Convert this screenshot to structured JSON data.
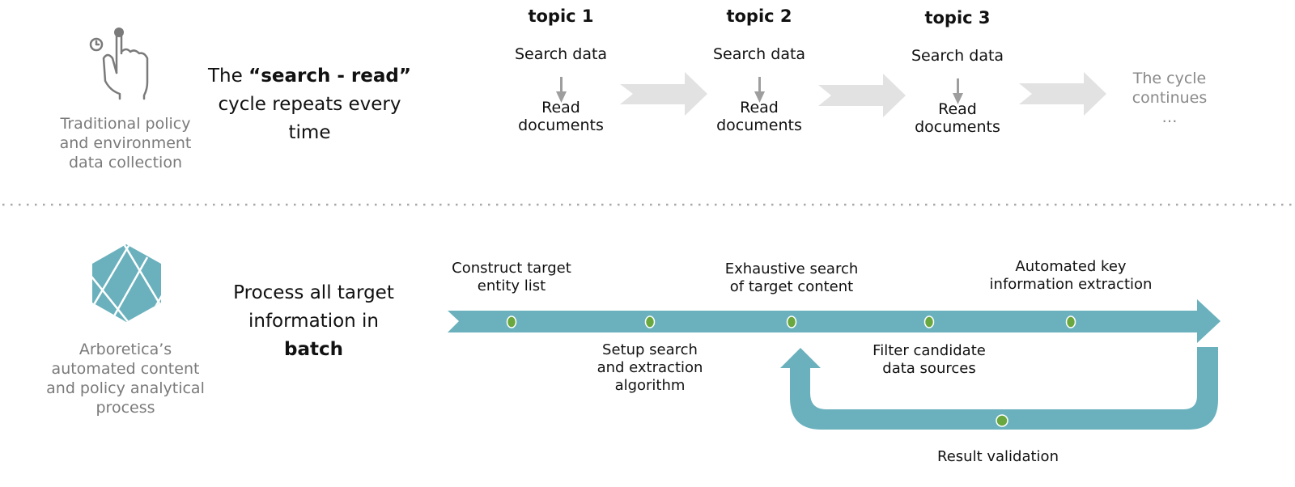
{
  "top": {
    "icon": "touch-hand-clock-icon",
    "caption": [
      "Traditional policy",
      "and environment",
      "data collection"
    ],
    "lead": {
      "line1_prefix": "The ",
      "line1_bold": "“search - read”",
      "line2": "cycle repeats every",
      "line3": "time"
    },
    "topics": [
      {
        "title": "topic 1",
        "step1": "Search data",
        "step2a": "Read",
        "step2b": "documents"
      },
      {
        "title": "topic 2",
        "step1": "Search data",
        "step2a": "Read",
        "step2b": "documents"
      },
      {
        "title": "topic 3",
        "step1": "Search data",
        "step2a": "Read",
        "step2b": "documents"
      }
    ],
    "continues": [
      "The cycle",
      "continues",
      "…"
    ]
  },
  "bottom": {
    "icon": "arboretica-hexagon-logo-icon",
    "caption": [
      "Arboretica’s",
      "automated content",
      "and policy analytical",
      "process"
    ],
    "lead": {
      "line1": "Process all target",
      "line2": "information in",
      "line3_bold": "batch"
    },
    "steps_above": [
      {
        "line1": "Construct target",
        "line2": "entity list"
      },
      {
        "line1": "Exhaustive search",
        "line2": "of target content"
      },
      {
        "line1": "Automated key",
        "line2": "information extraction"
      }
    ],
    "steps_below": [
      {
        "line1": "Setup search",
        "line2": "and extraction",
        "line3": "algorithm"
      },
      {
        "line1": "Filter candidate",
        "line2": "data sources"
      }
    ],
    "loop_label": "Result validation"
  },
  "colors": {
    "teal": "#6ab1bd",
    "green_dot": "#6aa83f",
    "gray_arrow": "#e2e2e2",
    "down_arrow": "#9e9e9e",
    "icon_gray": "#7a7a7a"
  }
}
